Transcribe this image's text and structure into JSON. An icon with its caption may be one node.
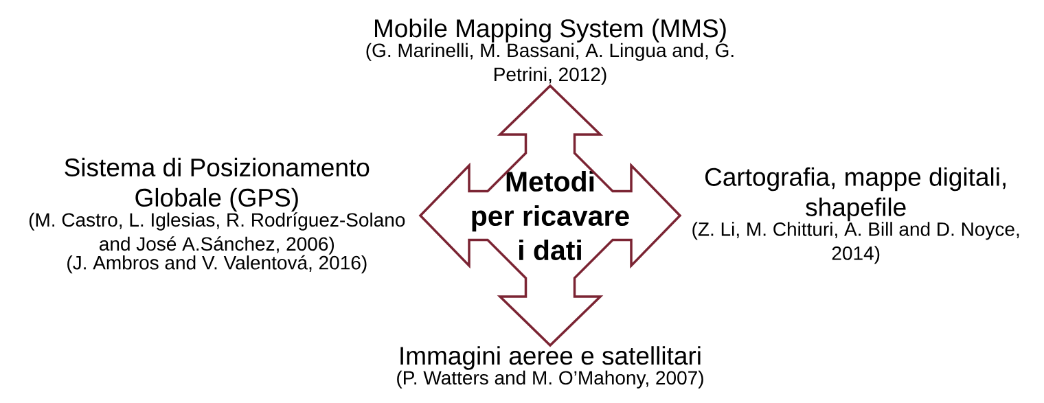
{
  "diagram": {
    "nodes": [
      {
        "text": [
          "Metodi per ricavare i dati"
        ]
      },
      {
        "text": [
          "Mobile Mapping System (MMS)",
          "(G. Marinelli, M. Bassani, A. Lingua and, G. Petrini, 2012)"
        ]
      },
      {
        "text": [
          "Sistema di Posizionamento Globale (GPS)",
          "(M. Castro, L. Iglesias, R. Rodríguez-Solano and José A.Sánchez, 2006)",
          "(J. Ambros and V. Valentová, 2016)"
        ]
      },
      {
        "text": [
          "Cartografia, mappe digitali, shapefile",
          "(Z. Li, M. Chitturi, A. Bill and D. Noyce, 2014)"
        ]
      },
      {
        "text": [
          "Immagini aeree e satellitari",
          "(P. Watters and M. O’Mahony, 2007)"
        ]
      }
    ]
  }
}
